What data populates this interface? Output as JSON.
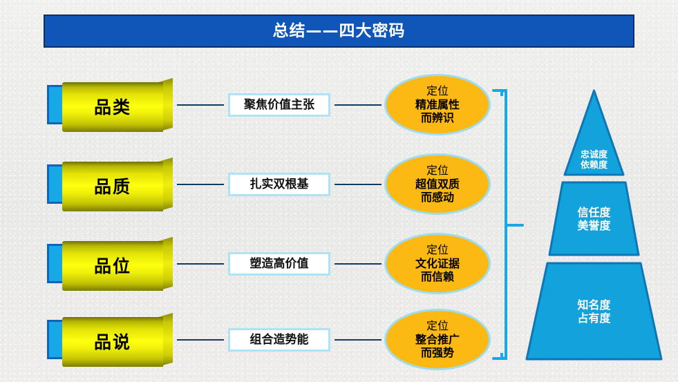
{
  "title": {
    "text": "总结——四大密码"
  },
  "colors": {
    "title_bar_fill": "#1055b8",
    "title_bar_border": "#0b2f63",
    "cylinder_yellow": "#ffff10",
    "cylinder_shade": "#8c8c07",
    "tab_cyan": "#18a8e8",
    "tab_border": "#1064b5",
    "mid_box_border": "#aee3f7",
    "ellipse_orange": "#fdb913",
    "ellipse_border": "#9fdcef",
    "connector_navy": "#123a63",
    "brace_cyan": "#18a8e8",
    "pyramid_fill": "#13a3dc",
    "pyramid_border": "#0f76b5",
    "background": "#ececea"
  },
  "rows": [
    {
      "cylinder": "品类",
      "mid_label": "聚焦价值主张",
      "ellipse": {
        "line1": "定位",
        "line2": "精准属性",
        "line3": "而辨识"
      }
    },
    {
      "cylinder": "品质",
      "mid_label": "扎实双根基",
      "ellipse": {
        "line1": "定位",
        "line2": "超值双质",
        "line3": "而感动"
      }
    },
    {
      "cylinder": "品位",
      "mid_label": "塑造高价值",
      "ellipse": {
        "line1": "定位",
        "line2": "文化证据",
        "line3": "而信赖"
      }
    },
    {
      "cylinder": "品说",
      "mid_label": "组合造势能",
      "ellipse": {
        "line1": "定位",
        "line2": "整合推广",
        "line3": "而强势"
      }
    }
  ],
  "pyramid": {
    "tiers": [
      {
        "line1": "忠诚度",
        "line2": "依赖度"
      },
      {
        "line1": "信任度",
        "line2": "美誉度"
      },
      {
        "line1": "知名度",
        "line2": "占有度"
      }
    ]
  }
}
